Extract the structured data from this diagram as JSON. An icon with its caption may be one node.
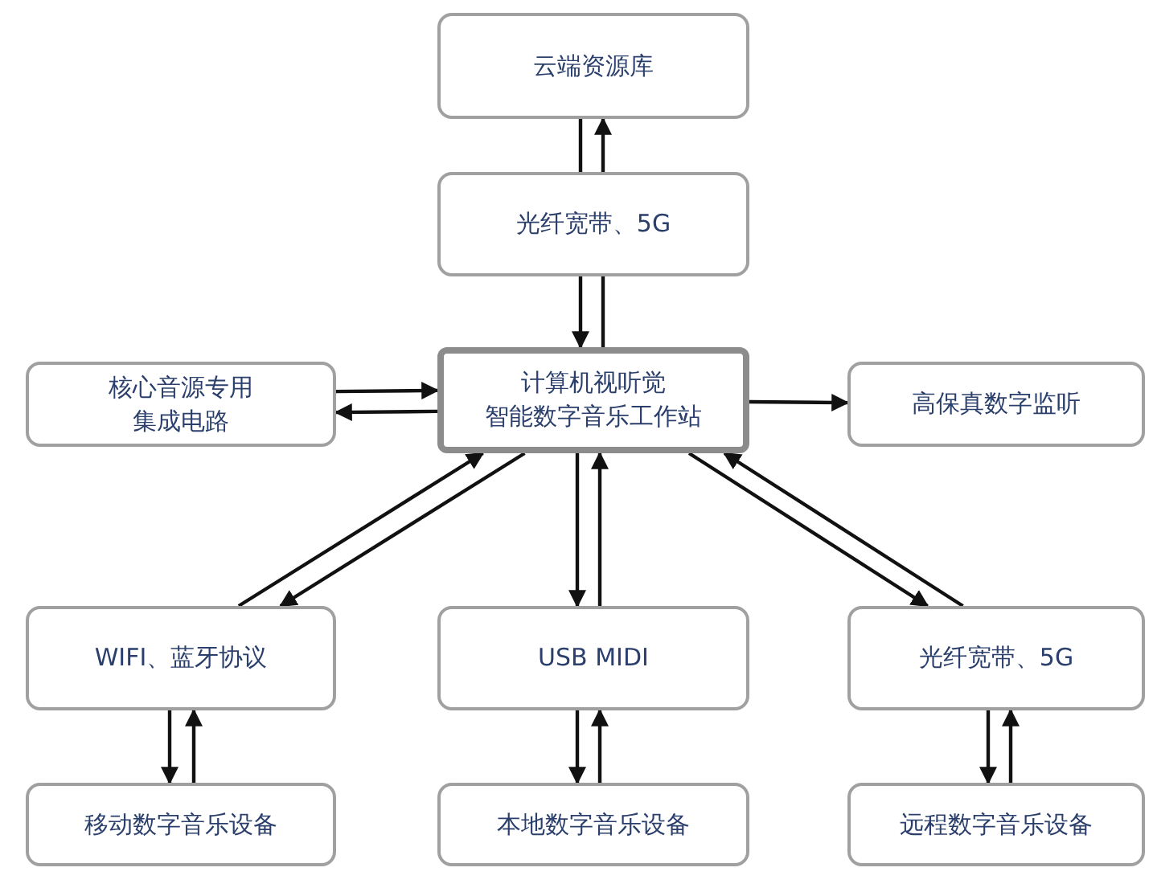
{
  "diagram": {
    "nodes": [
      {
        "text": [
          "云端资源库"
        ]
      },
      {
        "text": [
          "光纤宽带、5G"
        ]
      },
      {
        "text": [
          "计算机视听觉智能数字音乐工作站"
        ]
      },
      {
        "text": [
          "核心音源专用集成电路"
        ]
      },
      {
        "text": [
          "高保真数字监听"
        ]
      },
      {
        "text": [
          "WIFI、蓝牙协议"
        ]
      },
      {
        "text": [
          "USB MIDI"
        ]
      },
      {
        "text": [
          "光纤宽带、5G"
        ]
      },
      {
        "text": [
          "移动数字音乐设备"
        ]
      },
      {
        "text": [
          "本地数字音乐设备"
        ]
      },
      {
        "text": [
          "远程数字音乐设备"
        ]
      }
    ],
    "edges": [
      {
        "from": 0,
        "to": 1,
        "arrow": "none"
      },
      {
        "from": 1,
        "to": 0,
        "arrow": "to"
      },
      {
        "from": 1,
        "to": 2,
        "arrow": "to"
      },
      {
        "from": 2,
        "to": 1,
        "arrow": "none"
      },
      {
        "from": 3,
        "to": 2,
        "arrow": "to"
      },
      {
        "from": 2,
        "to": 3,
        "arrow": "to"
      },
      {
        "from": 2,
        "to": 4,
        "arrow": "to"
      },
      {
        "from": 5,
        "to": 2,
        "arrow": "to"
      },
      {
        "from": 2,
        "to": 5,
        "arrow": "to"
      },
      {
        "from": 2,
        "to": 6,
        "arrow": "to"
      },
      {
        "from": 6,
        "to": 2,
        "arrow": "to"
      },
      {
        "from": 2,
        "to": 7,
        "arrow": "to"
      },
      {
        "from": 7,
        "to": 2,
        "arrow": "to"
      },
      {
        "from": 5,
        "to": 8,
        "arrow": "to"
      },
      {
        "from": 8,
        "to": 5,
        "arrow": "to"
      },
      {
        "from": 6,
        "to": 9,
        "arrow": "to"
      },
      {
        "from": 9,
        "to": 6,
        "arrow": "to"
      },
      {
        "from": 7,
        "to": 10,
        "arrow": "to"
      },
      {
        "from": 10,
        "to": 7,
        "arrow": "to"
      }
    ]
  }
}
